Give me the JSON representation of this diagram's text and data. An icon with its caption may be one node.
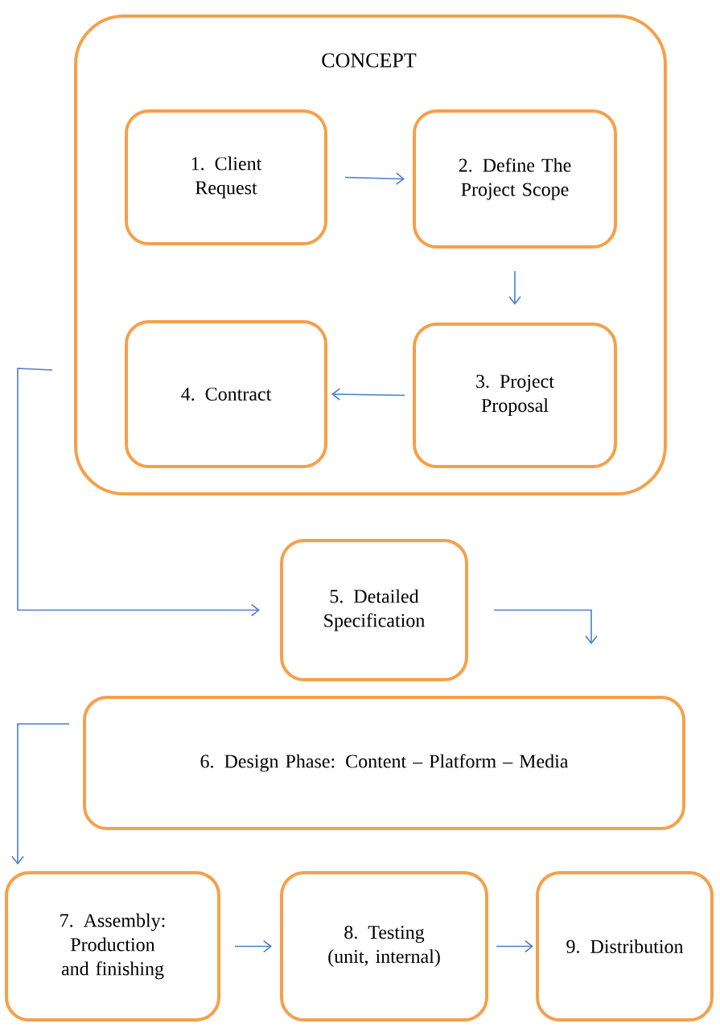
{
  "diagram": {
    "nodes": [
      {
        "text": [
          "CONCEPT"
        ]
      },
      {
        "text": [
          "1. Client Request"
        ],
        "in": 0
      },
      {
        "text": [
          "2. Define The Project Scope"
        ],
        "in": 0
      },
      {
        "text": [
          "3. Project Proposal"
        ],
        "in": 0
      },
      {
        "text": [
          "4. Contract"
        ],
        "in": 0
      },
      {
        "text": [
          "5. Detailed Specification"
        ]
      },
      {
        "text": [
          "6. Design Phase: Content – Platform – Media"
        ]
      },
      {
        "text": [
          "7. Assembly: Production and finishing"
        ]
      },
      {
        "text": [
          "8. Testing (unit, internal)"
        ]
      },
      {
        "text": [
          "9. Distribution"
        ]
      }
    ],
    "edges": [
      {
        "from": 1,
        "to": 2,
        "arrow": "to"
      },
      {
        "from": 2,
        "to": 3,
        "arrow": "to"
      },
      {
        "from": 3,
        "to": 4,
        "arrow": "to"
      },
      {
        "from": 0,
        "to": 5,
        "arrow": "to"
      },
      {
        "from": 5,
        "to": 6,
        "arrow": "to"
      },
      {
        "from": 6,
        "to": 7,
        "arrow": "to"
      },
      {
        "from": 7,
        "to": 8,
        "arrow": "to"
      },
      {
        "from": 8,
        "to": 9,
        "arrow": "to"
      }
    ]
  }
}
